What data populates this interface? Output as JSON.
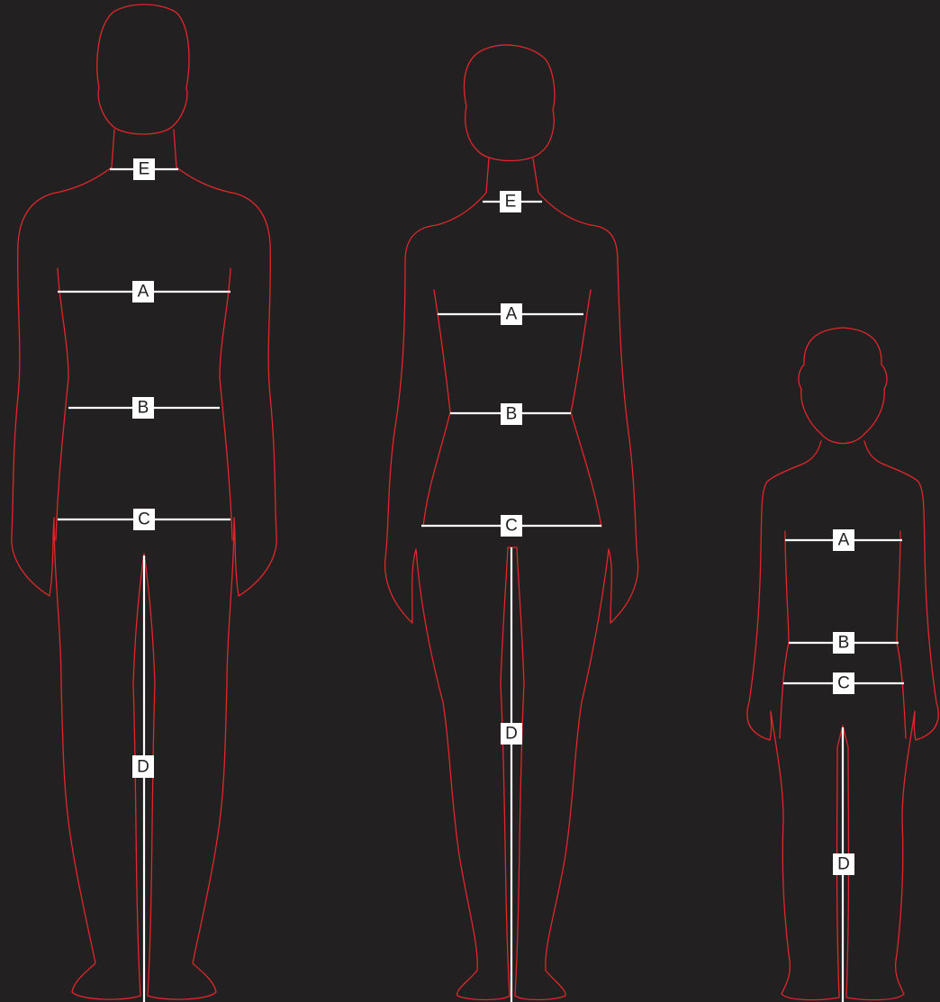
{
  "colors": {
    "background": "#222021",
    "outline": "#e3262b",
    "measure_line": "#ffffff",
    "label_box": "#ffffff",
    "label_text": "#222021"
  },
  "figures": [
    {
      "id": "man",
      "labels": {
        "E": "E",
        "A": "A",
        "B": "B",
        "C": "C",
        "D": "D"
      }
    },
    {
      "id": "woman",
      "labels": {
        "E": "E",
        "A": "A",
        "B": "B",
        "C": "C",
        "D": "D"
      }
    },
    {
      "id": "child",
      "labels": {
        "A": "A",
        "B": "B",
        "C": "C",
        "D": "D"
      }
    }
  ]
}
